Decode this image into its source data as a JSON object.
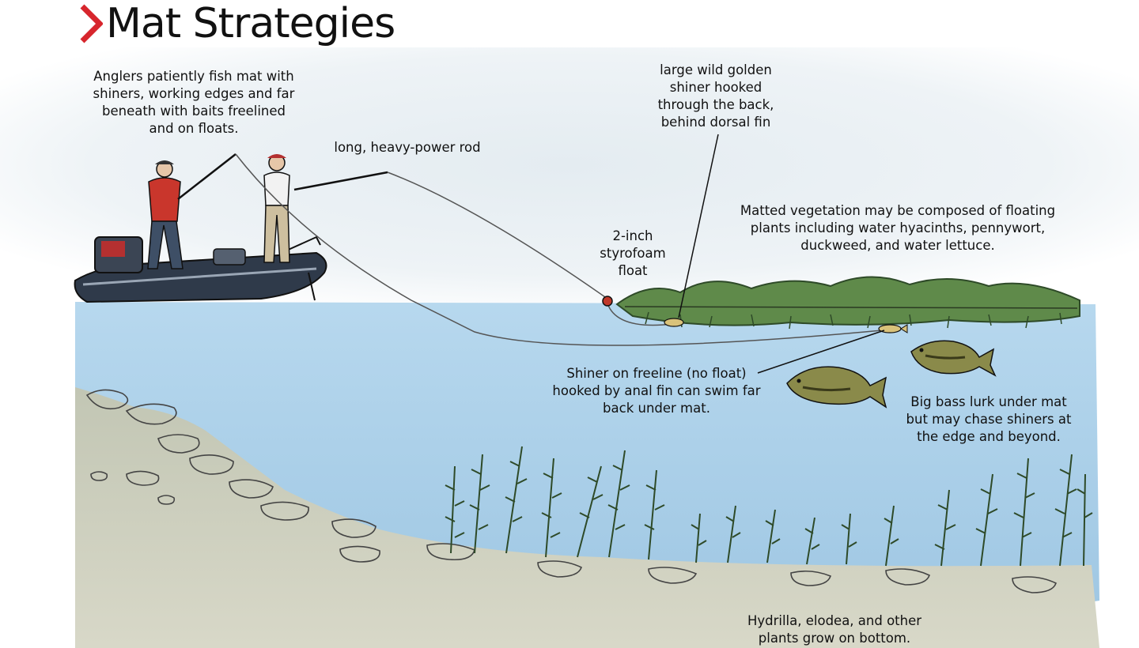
{
  "title": "Mat Strategies",
  "labels": {
    "anglers": "Anglers patiently fish mat with\nshiners, working edges and far\nbeneath with baits freelined\nand on floats.",
    "rod": "long, heavy-power rod",
    "golden_shiner": "large wild golden\nshiner hooked\nthrough the back,\nbehind dorsal fin",
    "float": "2-inch\nstyrofoam\nfloat",
    "mat": "Matted vegetation may be composed of floating\nplants including water hyacinths, pennywort,\nduckweed, and water lettuce.",
    "freeline": "Shiner on freeline (no float)\nhooked by anal fin can swim far\nback under mat.",
    "bass": "Big bass lurk under mat\nbut may chase shiners at\nthe edge and beyond.",
    "bottom_plants": "Hydrilla, elodea, and other\nplants grow on bottom."
  },
  "colors": {
    "accent": "#d7262d",
    "water": "#a9cfe9",
    "sky": "#eef3f6",
    "bottom": "#c9c9b6",
    "weeds": "#3f6b32",
    "boat": "#2f3a4a"
  }
}
